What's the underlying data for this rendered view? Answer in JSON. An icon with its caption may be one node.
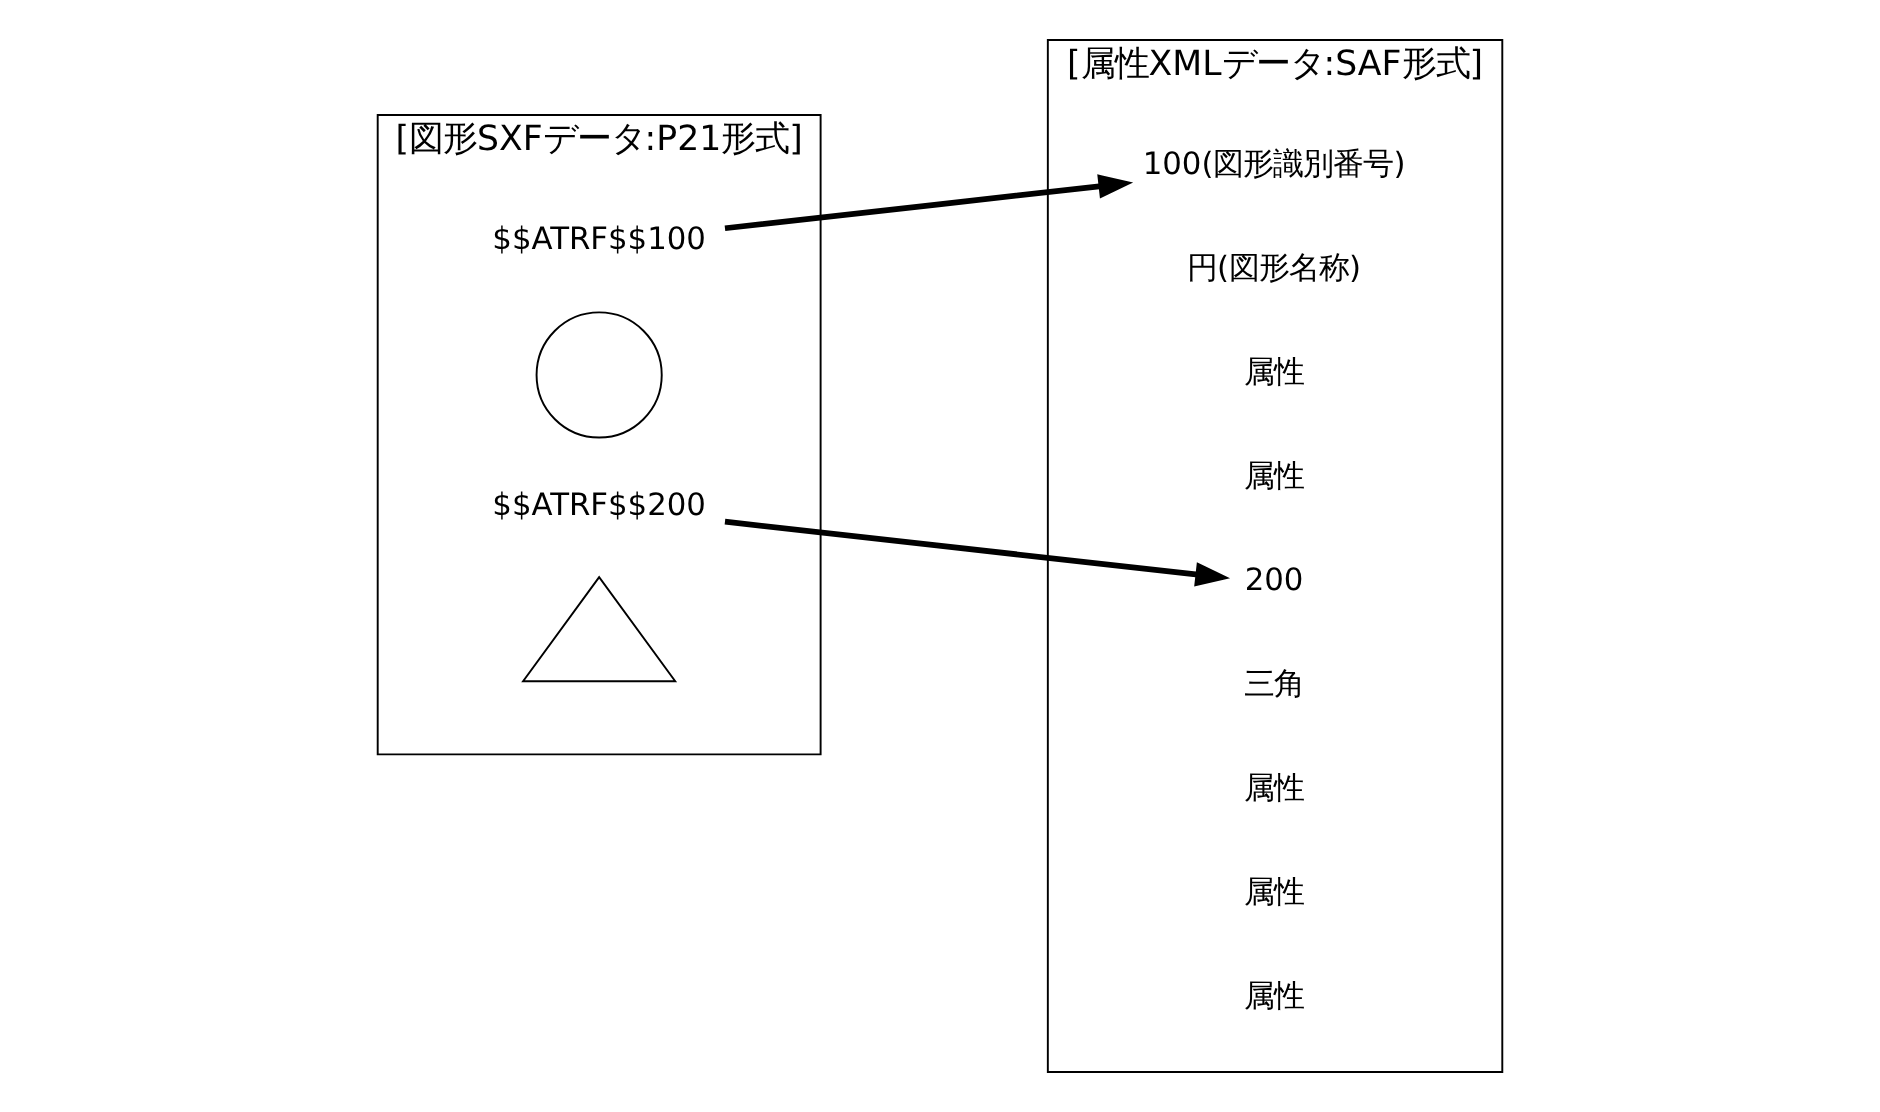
{
  "diagram": {
    "nodes": [
      {
        "text": [
          "[図形SXFデータ:P21形式]"
        ]
      },
      {
        "text": [
          "$$ATRF$$100"
        ],
        "in": 0
      },
      {
        "text": [],
        "shape": "circle",
        "in": 0
      },
      {
        "text": [
          "$$ATRF$$200"
        ],
        "in": 0
      },
      {
        "text": [],
        "shape": "triangle",
        "in": 0
      },
      {
        "text": [
          "[属性XMLデータ:SAF形式]"
        ]
      },
      {
        "text": [
          "100(図形識別番号)"
        ],
        "in": 5
      },
      {
        "text": [
          "円(図形名称)"
        ],
        "in": 5
      },
      {
        "text": [
          "属性"
        ],
        "in": 5
      },
      {
        "text": [
          "属性"
        ],
        "in": 5
      },
      {
        "text": [
          "200"
        ],
        "in": 5
      },
      {
        "text": [
          "三角"
        ],
        "in": 5
      },
      {
        "text": [
          "属性"
        ],
        "in": 5
      },
      {
        "text": [
          "属性"
        ],
        "in": 5
      },
      {
        "text": [
          "属性"
        ],
        "in": 5
      }
    ],
    "edges": [
      {
        "from": 1,
        "to": 6,
        "arrow": "to"
      },
      {
        "from": 3,
        "to": 10,
        "arrow": "to"
      }
    ]
  }
}
